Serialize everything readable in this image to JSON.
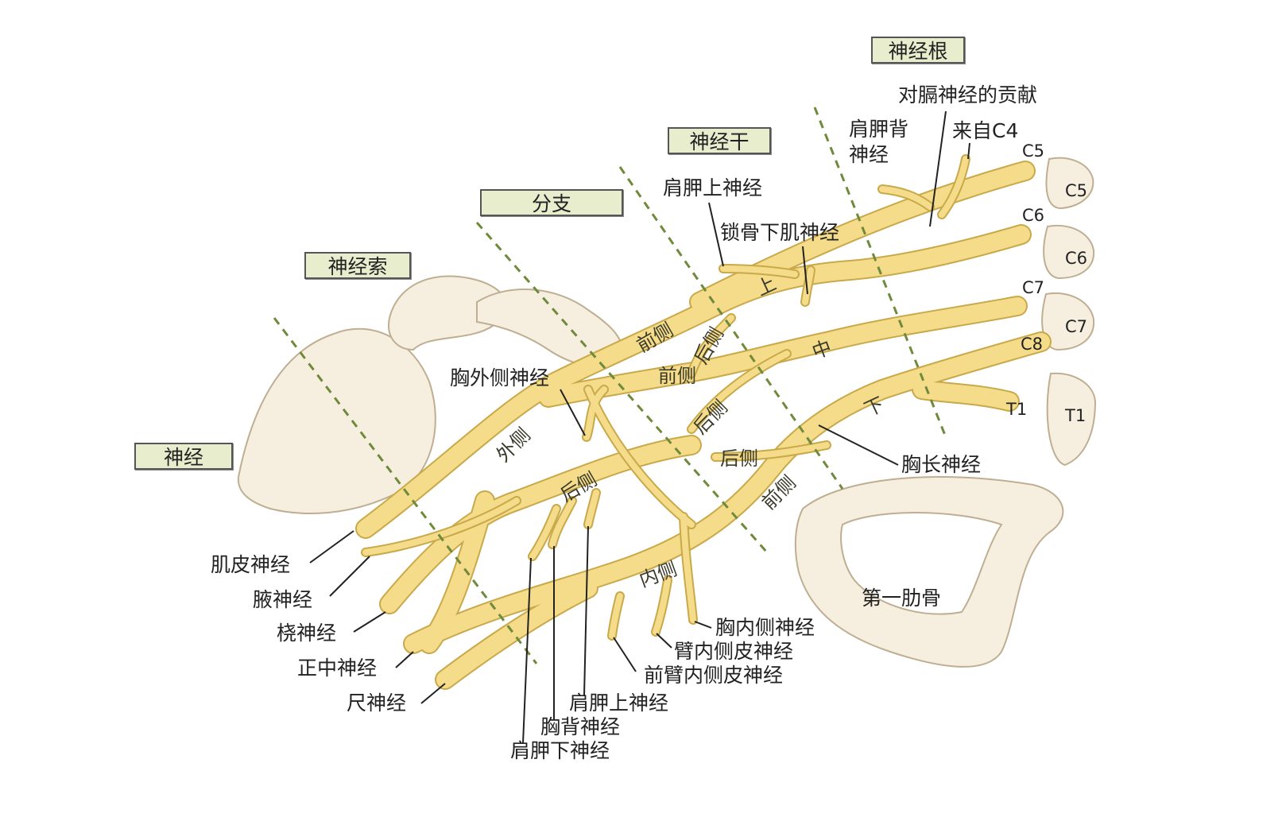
{
  "colors": {
    "nerve": "#f4dc8a",
    "nerve_edge": "#c9a94a",
    "bone": "#f6efe0",
    "bone_edge": "#bfae92",
    "dashed_line": "#6f8a3a",
    "label_box": "#e8eecd"
  },
  "sections": {
    "roots": "神经根",
    "trunks": "神经干",
    "divisions": "分支",
    "cords": "神经索",
    "nerves": "神经"
  },
  "roots_labels": {
    "phrenic_contribution": "对膈神经的贡献",
    "dorsal_scapular_1": "肩胛背",
    "dorsal_scapular_2": "神经",
    "from_c4": "来自C4",
    "c5_spinal": "C5",
    "c5_vertebra": "C5",
    "c6_spinal": "C6",
    "c6_vertebra": "C6",
    "c7_spinal": "C7",
    "c7_vertebra": "C7",
    "c8_spinal": "C8",
    "t1_spinal": "T1",
    "t1_vertebra": "T1",
    "long_thoracic": "胸长神经",
    "first_rib": "第一肋骨"
  },
  "trunk_labels": {
    "suprascapular": "肩胛上神经",
    "subclavius": "锁骨下肌神经",
    "upper": "上",
    "middle": "中",
    "lower": "下"
  },
  "division_labels": {
    "anterior_upper": "前侧",
    "posterior_upper": "后侧",
    "anterior_middle": "前侧",
    "posterior_middle": "后侧",
    "posterior_lower": "后侧",
    "anterior_lower": "前侧"
  },
  "cord_labels": {
    "lateral_pectoral": "胸外侧神经",
    "lateral": "外侧",
    "posterior": "后侧",
    "medial": "内侧"
  },
  "nerve_labels": {
    "musculocutaneous": "肌皮神经",
    "axillary": "腋神经",
    "radial": "桡神经",
    "median": "正中神经",
    "ulnar": "尺神经",
    "upper_subscapular": "肩胛上神经",
    "thoracodorsal": "胸背神经",
    "lower_subscapular": "肩胛下神经",
    "medial_pectoral": "胸内侧神经",
    "medial_brachial_cutaneous": "臂内侧皮神经",
    "medial_antebrachial_cutaneous": "前臂内侧皮神经"
  }
}
